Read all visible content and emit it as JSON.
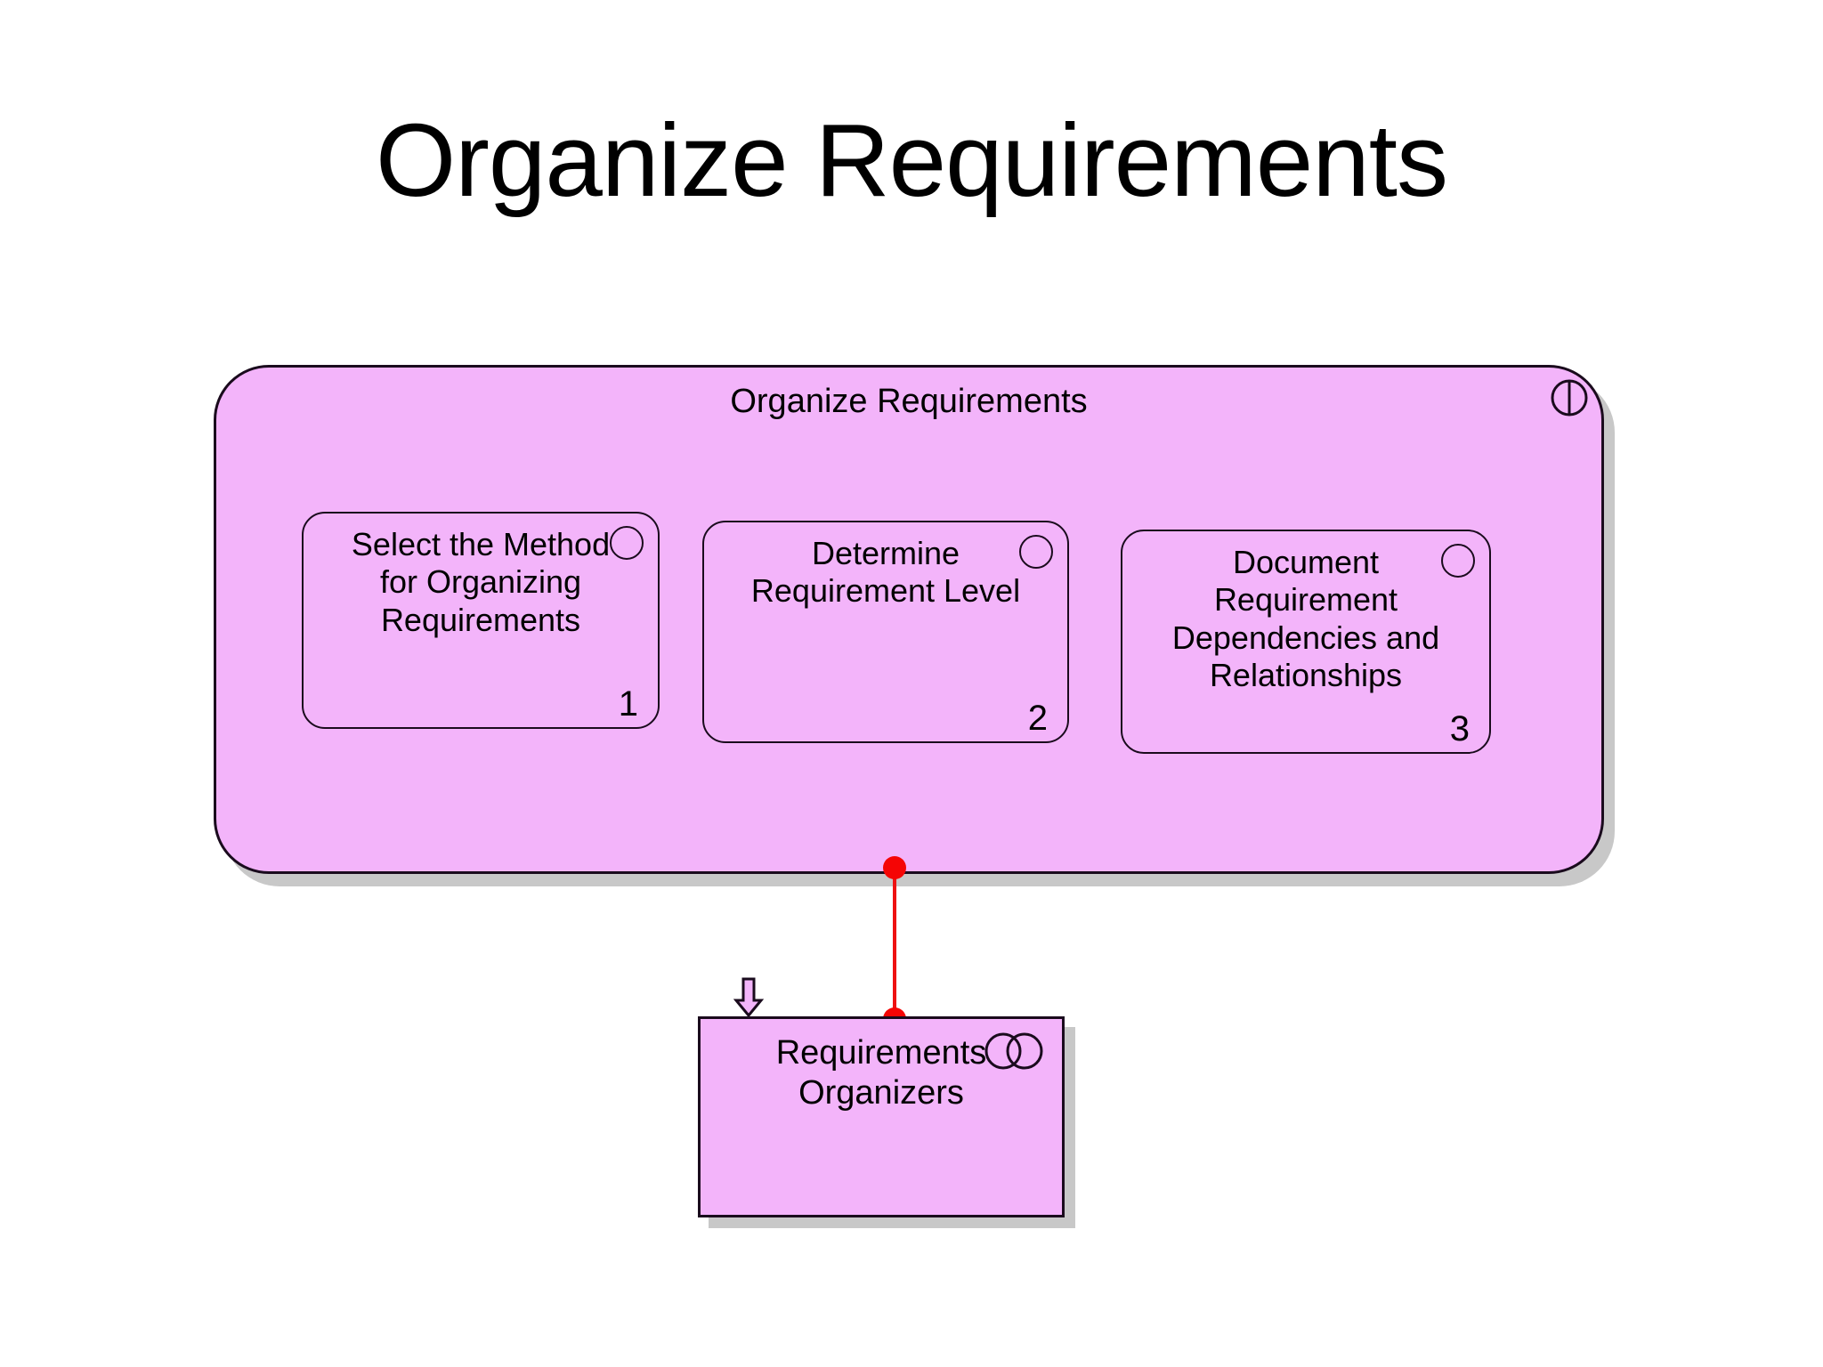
{
  "slide": {
    "title": "Organize Requirements",
    "background_color": "#ffffff"
  },
  "palette": {
    "node_fill": "#f3b4fa",
    "node_stroke": "#1a0b1d",
    "shadow": "#c8c8c8",
    "connector": "#ee1111",
    "connector_dot": "#f50505",
    "text": "#000000"
  },
  "diagram": {
    "type": "spem-activity-diagram",
    "activity": {
      "name": "Organize Requirements",
      "icon": "split-circle-icon",
      "tasks": [
        {
          "label": "Select the Method\nfor Organizing\nRequirements",
          "number": "1",
          "icon": "circle-icon"
        },
        {
          "label": "Determine\nRequirement Level",
          "number": "2",
          "icon": "circle-icon"
        },
        {
          "label": "Document\nRequirement\nDependencies and\nRelationships",
          "number": "3",
          "icon": "circle-icon"
        }
      ]
    },
    "artifact": {
      "label": "Requirements\nOrganizers",
      "icon": "venn-circles-icon",
      "inbound_arrow": "down-arrow-icon"
    },
    "connector": {
      "style": "solid",
      "color": "#ee1111",
      "endpoints": [
        "activity-bottom",
        "artifact-top"
      ]
    }
  }
}
